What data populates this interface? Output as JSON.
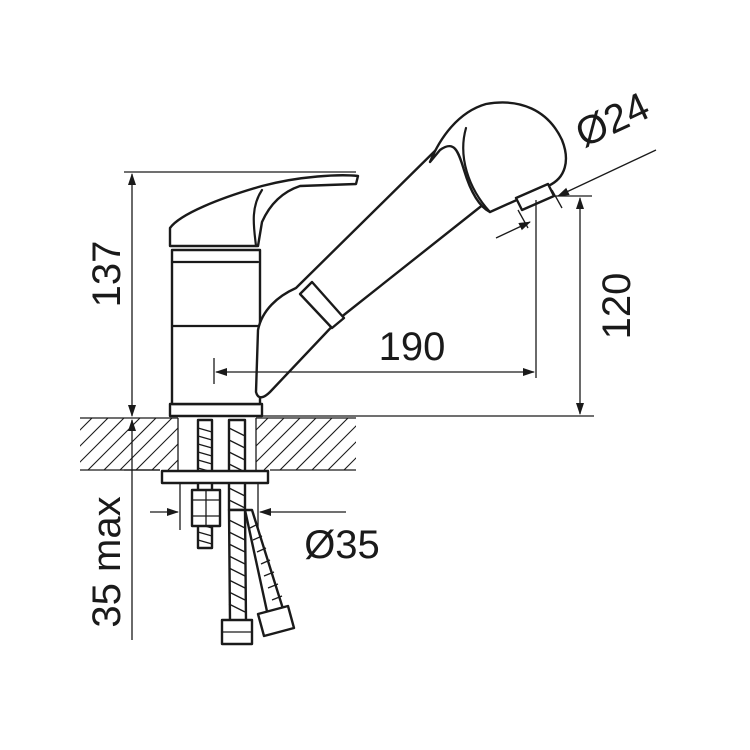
{
  "dimensions": {
    "total_height": "137",
    "spout_height": "120",
    "spout_reach": "190",
    "head_diameter": "Ø24",
    "mount_hole": "Ø35",
    "max_counter_thickness": "35 max"
  }
}
